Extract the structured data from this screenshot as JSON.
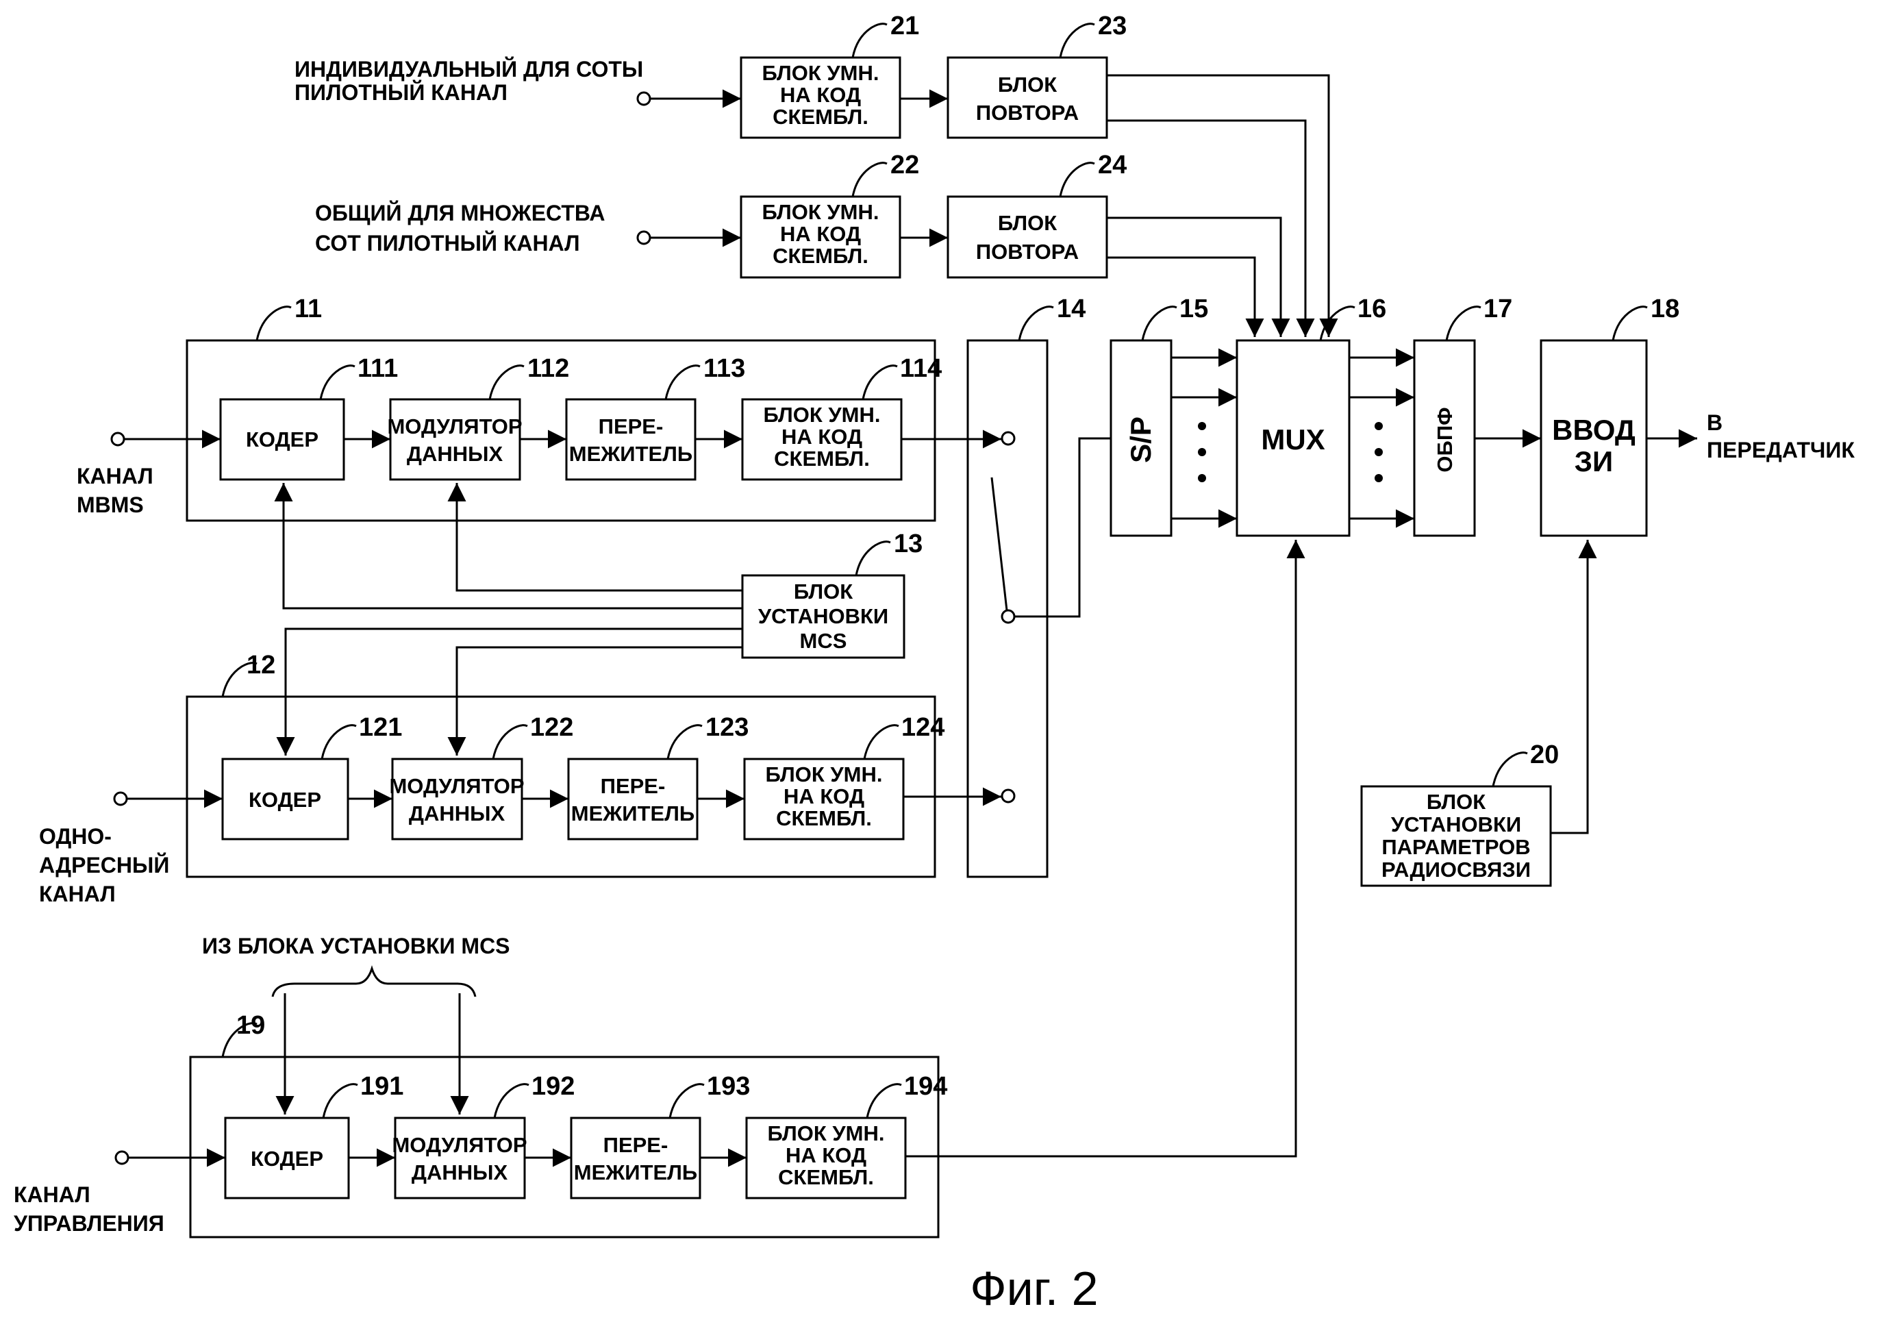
{
  "figure": {
    "caption": "Фиг. 2",
    "inputs": {
      "cell_pilot": [
        "ИНДИВИДУАЛЬНЫЙ ДЛЯ СОТЫ",
        "ПИЛОТНЫЙ КАНАЛ"
      ],
      "common_pilot": [
        "ОБЩИЙ ДЛЯ МНОЖЕСТВА",
        "СОТ ПИЛОТНЫЙ КАНАЛ"
      ],
      "mbms": [
        "КАНАЛ",
        "MBMS"
      ],
      "unicast": [
        "ОДНО-",
        "АДРЕСНЫЙ",
        "КАНАЛ"
      ],
      "control": [
        "КАНАЛ",
        "УПРАВЛЕНИЯ"
      ]
    },
    "output": [
      "В",
      "ПЕРЕДАТЧИК"
    ],
    "mcs_note": "ИЗ БЛОКА УСТАНОВКИ MCS",
    "blocks": {
      "b21": {
        "num": "21",
        "lines": [
          "БЛОК УМН.",
          "НА КОД",
          "СКЕМБЛ."
        ]
      },
      "b22": {
        "num": "22",
        "lines": [
          "БЛОК УМН.",
          "НА КОД",
          "СКЕМБЛ."
        ]
      },
      "b23": {
        "num": "23",
        "lines": [
          "БЛОК",
          "ПОВТОРА"
        ]
      },
      "b24": {
        "num": "24",
        "lines": [
          "БЛОК",
          "ПОВТОРА"
        ]
      },
      "g11": {
        "num": "11"
      },
      "g12": {
        "num": "12"
      },
      "g19": {
        "num": "19"
      },
      "b111": {
        "num": "111",
        "lines": [
          "КОДЕР"
        ]
      },
      "b112": {
        "num": "112",
        "lines": [
          "МОДУЛЯТОР",
          "ДАННЫХ"
        ]
      },
      "b113": {
        "num": "113",
        "lines": [
          "ПЕРЕ-",
          "МЕЖИТЕЛЬ"
        ]
      },
      "b114": {
        "num": "114",
        "lines": [
          "БЛОК УМН.",
          "НА КОД",
          "СКЕМБЛ."
        ]
      },
      "b121": {
        "num": "121",
        "lines": [
          "КОДЕР"
        ]
      },
      "b122": {
        "num": "122",
        "lines": [
          "МОДУЛЯТОР",
          "ДАННЫХ"
        ]
      },
      "b123": {
        "num": "123",
        "lines": [
          "ПЕРЕ-",
          "МЕЖИТЕЛЬ"
        ]
      },
      "b124": {
        "num": "124",
        "lines": [
          "БЛОК УМН.",
          "НА КОД",
          "СКЕМБЛ."
        ]
      },
      "b191": {
        "num": "191",
        "lines": [
          "КОДЕР"
        ]
      },
      "b192": {
        "num": "192",
        "lines": [
          "МОДУЛЯТОР",
          "ДАННЫХ"
        ]
      },
      "b193": {
        "num": "193",
        "lines": [
          "ПЕРЕ-",
          "МЕЖИТЕЛЬ"
        ]
      },
      "b194": {
        "num": "194",
        "lines": [
          "БЛОК УМН.",
          "НА КОД",
          "СКЕМБЛ."
        ]
      },
      "b13": {
        "num": "13",
        "lines": [
          "БЛОК",
          "УСТАНОВКИ",
          "MCS"
        ]
      },
      "b14": {
        "num": "14"
      },
      "b15": {
        "num": "15",
        "lines": [
          "S/P"
        ]
      },
      "b16": {
        "num": "16",
        "lines": [
          "MUX"
        ]
      },
      "b17": {
        "num": "17",
        "lines": [
          "ОБПФ"
        ]
      },
      "b18": {
        "num": "18",
        "lines": [
          "ВВОД",
          "ЗИ"
        ]
      },
      "b20": {
        "num": "20",
        "lines": [
          "БЛОК",
          "УСТАНОВКИ",
          "ПАРАМЕТРОВ",
          "РАДИОСВЯЗИ"
        ]
      }
    }
  }
}
